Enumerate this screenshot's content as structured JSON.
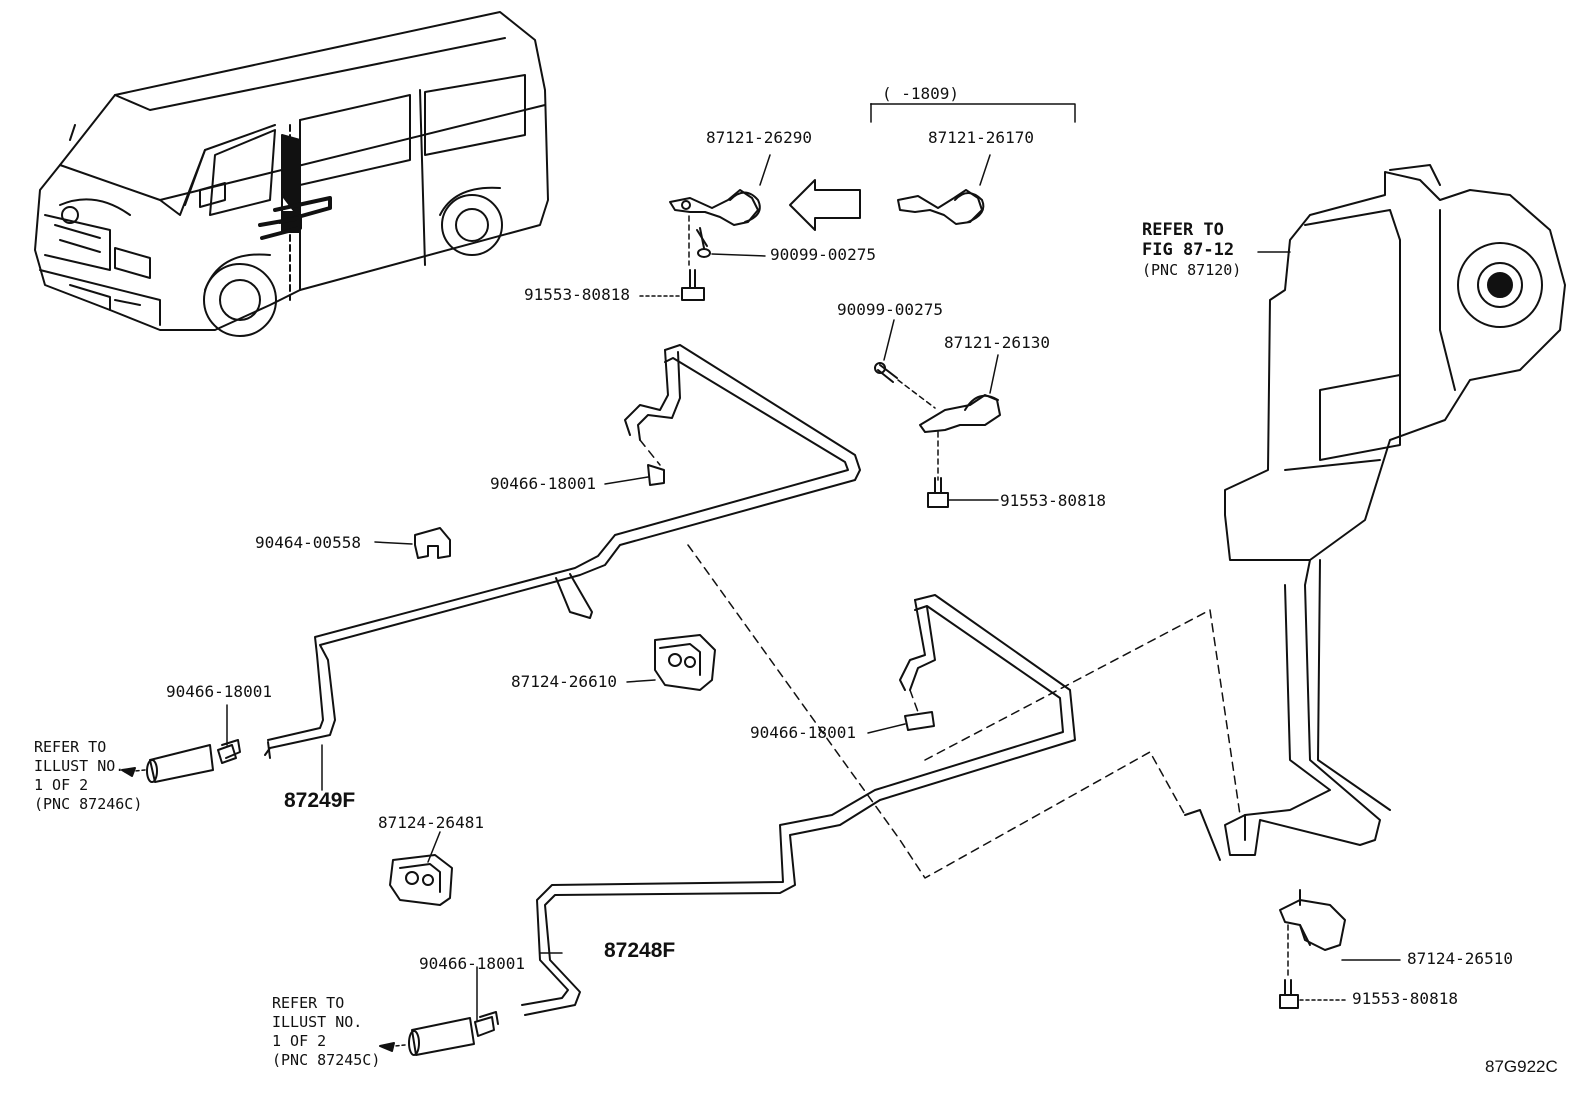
{
  "diagram_code": "87G922C",
  "date_range_label": "(      -1809)",
  "parts": {
    "p_87121_26290": "87121-26290",
    "p_87121_26170": "87121-26170",
    "p_90099_00275_a": "90099-00275",
    "p_91553_80818_a": "91553-80818",
    "p_90099_00275_b": "90099-00275",
    "p_87121_26130": "87121-26130",
    "p_91553_80818_b": "91553-80818",
    "p_90466_18001_a": "90466-18001",
    "p_90464_00558": "90464-00558",
    "p_87124_26610": "87124-26610",
    "p_90466_18001_b": "90466-18001",
    "p_90466_18001_c": "90466-18001",
    "p_87124_26481": "87124-26481",
    "p_90466_18001_d": "90466-18001",
    "p_87124_26510": "87124-26510",
    "p_91553_80818_c": "91553-80818",
    "hose_87249F": "87249F",
    "hose_87248F": "87248F"
  },
  "refer_fig": {
    "line1": "REFER TO",
    "line2": "FIG 87-12",
    "line3": "(PNC 87120)"
  },
  "refer_upper": {
    "line1": "REFER TO",
    "line2": "ILLUST NO.",
    "line3": "1 OF 2",
    "line4": "(PNC 87246C)"
  },
  "refer_lower": {
    "line1": "REFER TO",
    "line2": "ILLUST NO.",
    "line3": "1 OF 2",
    "line4": "(PNC 87245C)"
  }
}
